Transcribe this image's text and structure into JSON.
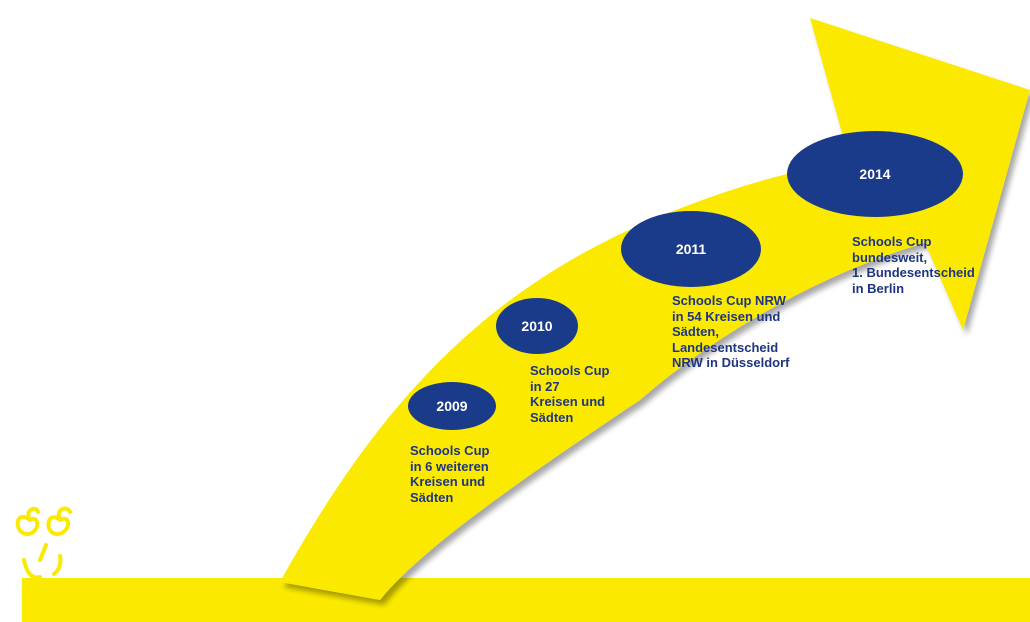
{
  "colors": {
    "arrow": "#fbea00",
    "oval": "#1a3a8a",
    "description_text": "#1f3580",
    "year_text": "#ffffff",
    "logo": "#fbea00"
  },
  "logo": {
    "icon": "face-logo-icon"
  },
  "milestones": [
    {
      "year": "2009",
      "description": "Schools Cup\nin 6 weiteren\nKreisen und\nSädten"
    },
    {
      "year": "2010",
      "description": "Schools Cup\nin 27\nKreisen und\nSädten"
    },
    {
      "year": "2011",
      "description": "Schools Cup NRW\nin 54 Kreisen und\nSädten,\nLandesentscheid\nNRW in Düsseldorf"
    },
    {
      "year": "2014",
      "description": "Schools Cup\nbundesweit,\n1. Bundesentscheid\nin Berlin"
    }
  ]
}
